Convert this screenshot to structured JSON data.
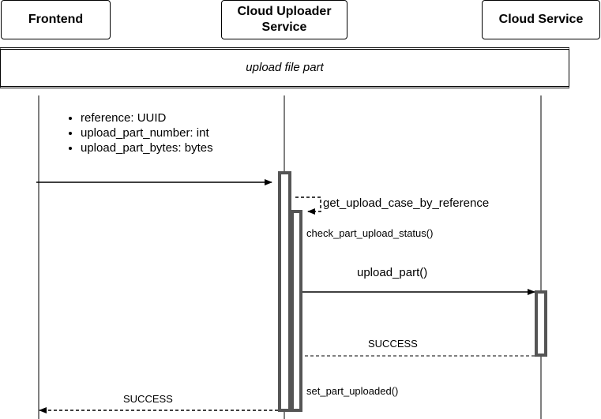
{
  "participants": {
    "frontend": "Frontend",
    "uploader": "Cloud Uploader\nService",
    "cloud": "Cloud Service"
  },
  "frame": {
    "label": "upload file part"
  },
  "request_params": [
    "reference: UUID",
    "upload_part_number: int",
    "upload_part_bytes: bytes"
  ],
  "messages": {
    "self_call": "get_upload_case_by_reference",
    "check_status": "check_part_upload_status()",
    "upload_part": "upload_part()",
    "success_cloud": "SUCCESS",
    "set_uploaded": "set_part_uploaded()",
    "success_frontend": "SUCCESS"
  }
}
